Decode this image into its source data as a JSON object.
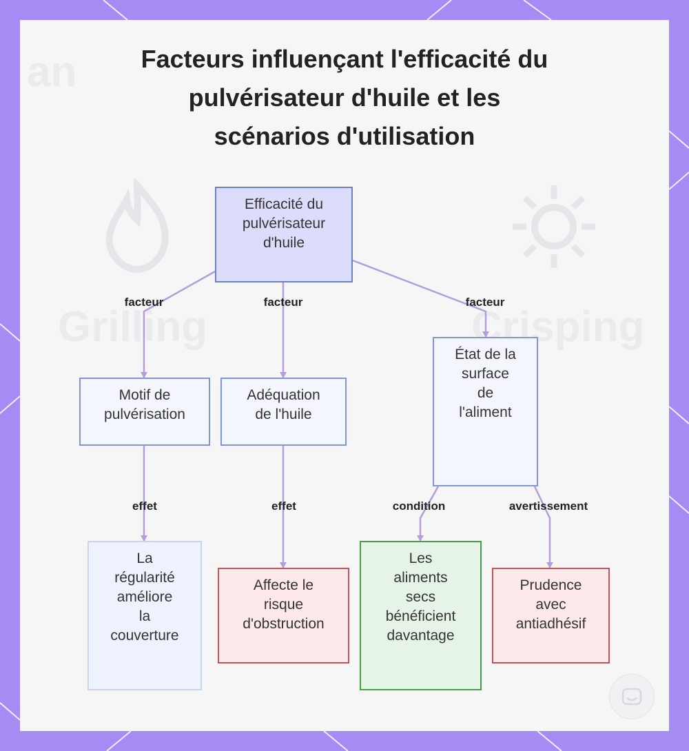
{
  "title": {
    "line1": "Facteurs influençant l'efficacité du",
    "line2": "pulvérisateur d'huile et les",
    "line3": "scénarios d'utilisation"
  },
  "nodes": {
    "root": {
      "lines": [
        "Efficacité du",
        "pulvérisateur",
        "d'huile"
      ]
    },
    "motif": {
      "lines": [
        "Motif de",
        "pulvérisation"
      ]
    },
    "adeq": {
      "lines": [
        "Adéquation",
        "de l'huile"
      ]
    },
    "etat": {
      "lines": [
        "État de la",
        "surface",
        "de",
        "l'aliment"
      ]
    },
    "regul": {
      "lines": [
        "La",
        "régularité",
        "améliore",
        "la",
        "couverture"
      ]
    },
    "affecte": {
      "lines": [
        "Affecte le",
        "risque",
        "d'obstruction"
      ]
    },
    "secs": {
      "lines": [
        "Les",
        "aliments",
        "secs",
        "bénéficient",
        "davantage"
      ]
    },
    "prudence": {
      "lines": [
        "Prudence",
        "avec",
        "antiadhésif"
      ]
    }
  },
  "edges": {
    "root_motif": "facteur",
    "root_adeq": "facteur",
    "root_etat": "facteur",
    "motif_regul": "effet",
    "adeq_affecte": "effet",
    "etat_secs": "condition",
    "etat_prudence": "avertissement"
  },
  "background": {
    "ghost_left": "Grilling",
    "ghost_right": "Crisping",
    "ghost_topleft": "an"
  },
  "colors": {
    "frame": "#a58cf5",
    "edge": "#b39ddb",
    "root_fill": "#dcdcfc",
    "red_border": "#c4525e",
    "green_border": "#43a047"
  },
  "icons": {
    "flame": "flame-icon",
    "sun": "sun-icon",
    "badge": "logo-badge-icon"
  }
}
